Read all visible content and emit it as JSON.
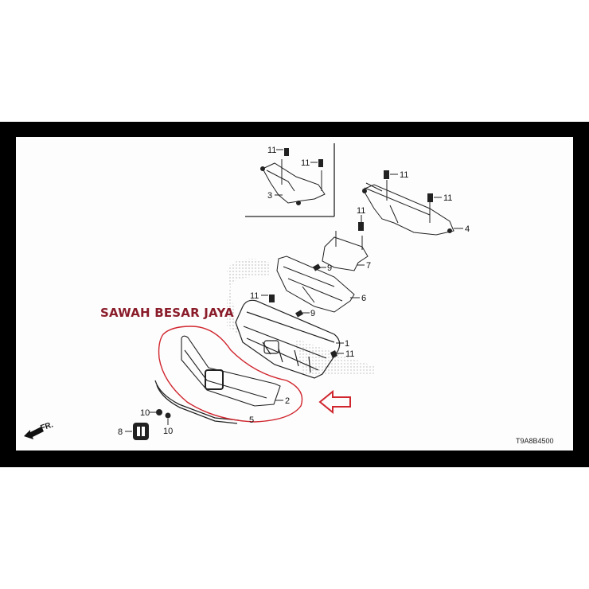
{
  "watermark": {
    "text": "SAWAH BESAR JAYA",
    "color": "#8a1c2a"
  },
  "diagram": {
    "type": "exploded parts diagram - front grille assembly",
    "drawing_code": "T9A8B4500",
    "direction_indicator": "FR.",
    "highlight_color": "#d0262e",
    "callouts": [
      {
        "id": "c-11a",
        "label": "11"
      },
      {
        "id": "c-11b",
        "label": "11"
      },
      {
        "id": "c-3",
        "label": "3"
      },
      {
        "id": "c-11c",
        "label": "11"
      },
      {
        "id": "c-11d",
        "label": "11"
      },
      {
        "id": "c-4",
        "label": "4"
      },
      {
        "id": "c-11e",
        "label": "11"
      },
      {
        "id": "c-7",
        "label": "7"
      },
      {
        "id": "c-9a",
        "label": "9"
      },
      {
        "id": "c-6",
        "label": "6"
      },
      {
        "id": "c-11f",
        "label": "11"
      },
      {
        "id": "c-9b",
        "label": "9"
      },
      {
        "id": "c-1",
        "label": "1"
      },
      {
        "id": "c-11g",
        "label": "11"
      },
      {
        "id": "c-2",
        "label": "2"
      },
      {
        "id": "c-5",
        "label": "5"
      },
      {
        "id": "c-10a",
        "label": "10"
      },
      {
        "id": "c-10b",
        "label": "10"
      },
      {
        "id": "c-8",
        "label": "8"
      }
    ]
  }
}
